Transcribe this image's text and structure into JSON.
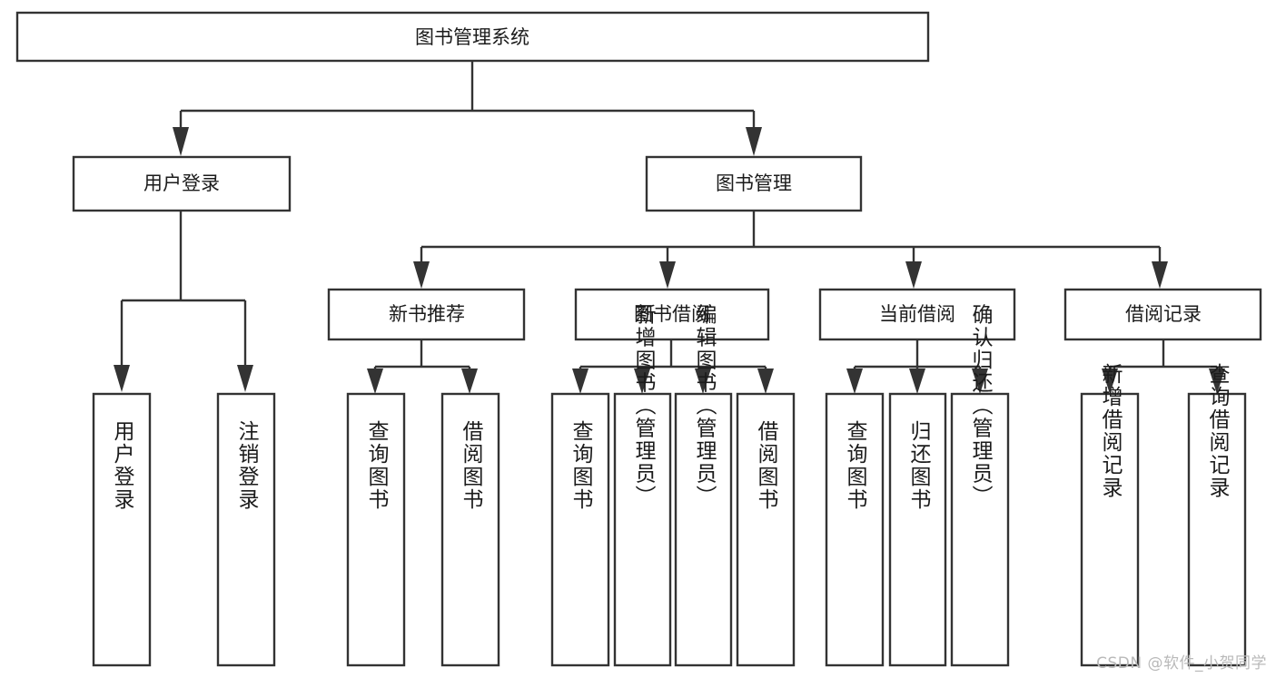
{
  "diagram": {
    "type": "tree",
    "title": "图书管理系统",
    "orientation": "top-down",
    "root": {
      "id": "root",
      "label": "图书管理系统",
      "text_orientation": "horizontal"
    },
    "level2": [
      {
        "id": "user-login",
        "label": "用户登录",
        "text_orientation": "horizontal"
      },
      {
        "id": "book-manage",
        "label": "图书管理",
        "text_orientation": "horizontal"
      }
    ],
    "level3": [
      {
        "id": "new-book-rec",
        "label": "新书推荐",
        "parent": "book-manage",
        "text_orientation": "horizontal"
      },
      {
        "id": "book-borrow",
        "label": "图书借阅",
        "parent": "book-manage",
        "text_orientation": "horizontal"
      },
      {
        "id": "current-borrow",
        "label": "当前借阅",
        "parent": "book-manage",
        "text_orientation": "horizontal"
      },
      {
        "id": "borrow-record",
        "label": "借阅记录",
        "parent": "book-manage",
        "text_orientation": "horizontal"
      }
    ],
    "leaves": [
      {
        "id": "leaf-user-login",
        "label": "用户登录",
        "parent": "user-login",
        "text_orientation": "vertical"
      },
      {
        "id": "leaf-user-logout",
        "label": "注销登录",
        "parent": "user-login",
        "text_orientation": "vertical"
      },
      {
        "id": "leaf-query-book-1",
        "label": "查询图书",
        "parent": "new-book-rec",
        "text_orientation": "vertical"
      },
      {
        "id": "leaf-borrow-book-1",
        "label": "借阅图书",
        "parent": "new-book-rec",
        "text_orientation": "vertical"
      },
      {
        "id": "leaf-query-book-2",
        "label": "查询图书",
        "parent": "book-borrow",
        "text_orientation": "vertical"
      },
      {
        "id": "leaf-add-book",
        "label": "新增图书（管理员）",
        "parent": "book-borrow",
        "text_orientation": "vertical"
      },
      {
        "id": "leaf-edit-book",
        "label": "编辑图书（管理员）",
        "parent": "book-borrow",
        "text_orientation": "vertical"
      },
      {
        "id": "leaf-borrow-book-2",
        "label": "借阅图书",
        "parent": "book-borrow",
        "text_orientation": "vertical"
      },
      {
        "id": "leaf-query-book-3",
        "label": "查询图书",
        "parent": "current-borrow",
        "text_orientation": "vertical"
      },
      {
        "id": "leaf-return-book",
        "label": "归还图书",
        "parent": "current-borrow",
        "text_orientation": "vertical"
      },
      {
        "id": "leaf-confirm-return",
        "label": "确认归还（管理员）",
        "parent": "current-borrow",
        "text_orientation": "vertical"
      },
      {
        "id": "leaf-add-record",
        "label": "新增借阅记录",
        "parent": "borrow-record",
        "text_orientation": "vertical"
      },
      {
        "id": "leaf-query-record",
        "label": "查询借阅记录",
        "parent": "borrow-record",
        "text_orientation": "vertical"
      }
    ],
    "colors": {
      "box_fill": "#ffffff",
      "box_stroke": "#333333",
      "text": "#1b1b1b",
      "connector": "#333333",
      "background": "#ffffff",
      "watermark": "#b9b9b9"
    }
  },
  "watermark": {
    "text": "CSDN @软件_小贺同学"
  }
}
